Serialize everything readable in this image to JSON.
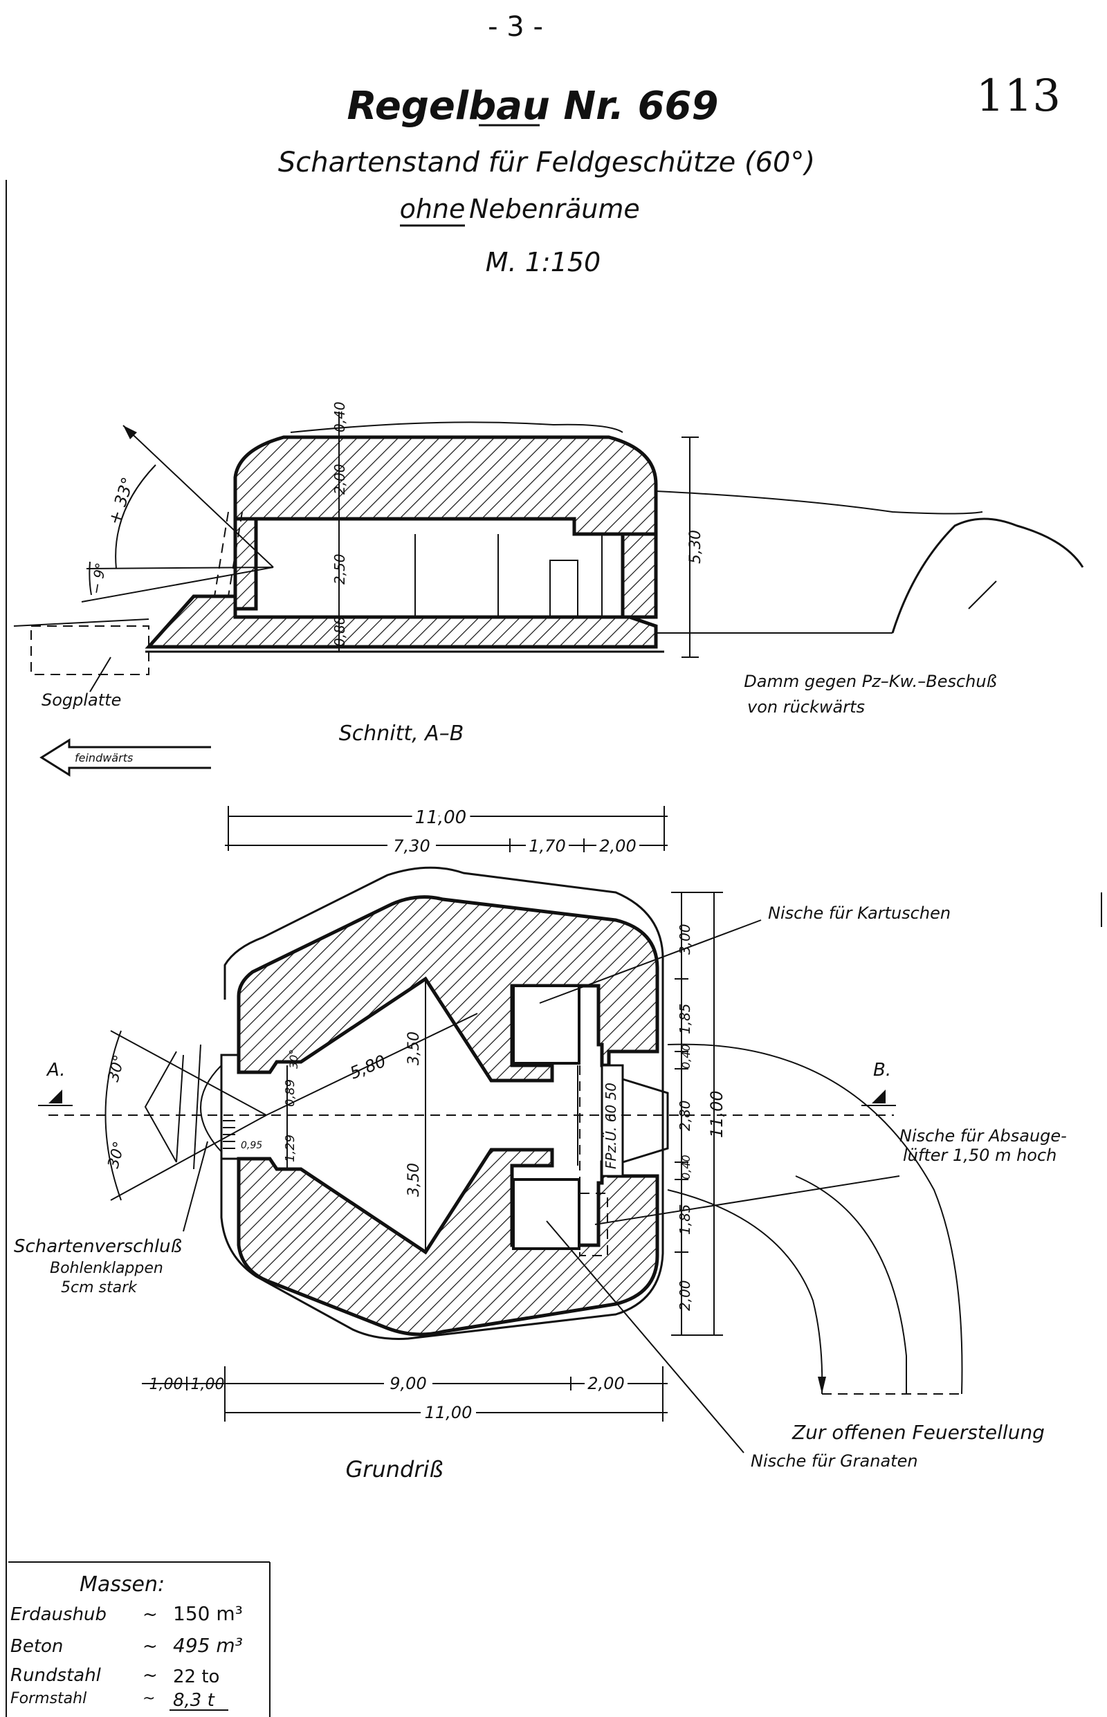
{
  "header": {
    "page_number": "- 3 -",
    "sheet_number": "113",
    "title": "Regelbau Nr. 669",
    "subtitle": "Schartenstand für Feldgeschütze (60°)",
    "subtitle2_underlined": "ohne",
    "subtitle2_rest": "Nebenräume",
    "scale": "M. 1:150"
  },
  "section": {
    "caption": "Schnitt, A–B",
    "direction_label": "feindwärts",
    "labels": {
      "sogplatte": "Sogplatte",
      "damm_line1": "Damm gegen Pz–Kw.–Beschuß",
      "damm_line2": "von rückwärts"
    },
    "dimensions": {
      "roof_cover": "0,40",
      "roof": "2,00",
      "room_height": "2,50",
      "floor": "0,80",
      "total_height": "5,30",
      "angle_up": "+ 33°",
      "angle_down": "− 9°"
    }
  },
  "plan": {
    "caption": "Grundriß",
    "labels": {
      "point_a": "A.",
      "point_b": "B.",
      "nische_kartuschen": "Nische für Kartuschen",
      "nische_absauge_line1": "Nische für Absauge-",
      "nische_absauge_line2": "lüfter 1,50 m hoch",
      "schartenverschluss_line1": "Schartenverschluß",
      "schartenverschluss_line2": "Bohlenklappen",
      "schartenverschluss_line3": "5cm stark",
      "zur_offenen": "Zur offenen Feuerstellung",
      "nische_granaten": "Nische für Granaten",
      "door_label": "FPz.Ü. 60 50"
    },
    "dimensions_top": {
      "overall": "11,00",
      "part1": "7,30",
      "part2": "1,70",
      "part3": "2,00"
    },
    "dimensions_bottom": {
      "part1": "1,00",
      "part2": "1,00",
      "part3": "9,00",
      "part4": "2,00",
      "overall": "11,00"
    },
    "dimensions_right": {
      "overall": "11,00",
      "top_wall": "3,00",
      "upper_niche": "1,85",
      "upper_jamb": "0,40",
      "door": "2,80",
      "lower_jamb": "0,40",
      "lower_niche": "1,85",
      "bottom_wall": "2,00"
    },
    "dimensions_inner": {
      "diagonal": "5,80",
      "upper_half": "3,50",
      "lower_half": "3,50",
      "embrasure_upper": "0,89",
      "embrasure_lower": "1,29",
      "embrasure_gap": "0,95",
      "angle_small": "30°",
      "angle_upper": "30°",
      "angle_lower": "30°"
    }
  },
  "masses": {
    "title": "Massen:",
    "rows": [
      {
        "label": "Erdaushub",
        "approx": "~",
        "value": "150 m³"
      },
      {
        "label": "Beton",
        "approx": "~",
        "value": "495 m³"
      },
      {
        "label": "Rundstahl",
        "approx": "~",
        "value": "22 to"
      },
      {
        "label": "Formstahl",
        "approx": "~",
        "value": "8,3 t"
      }
    ]
  }
}
